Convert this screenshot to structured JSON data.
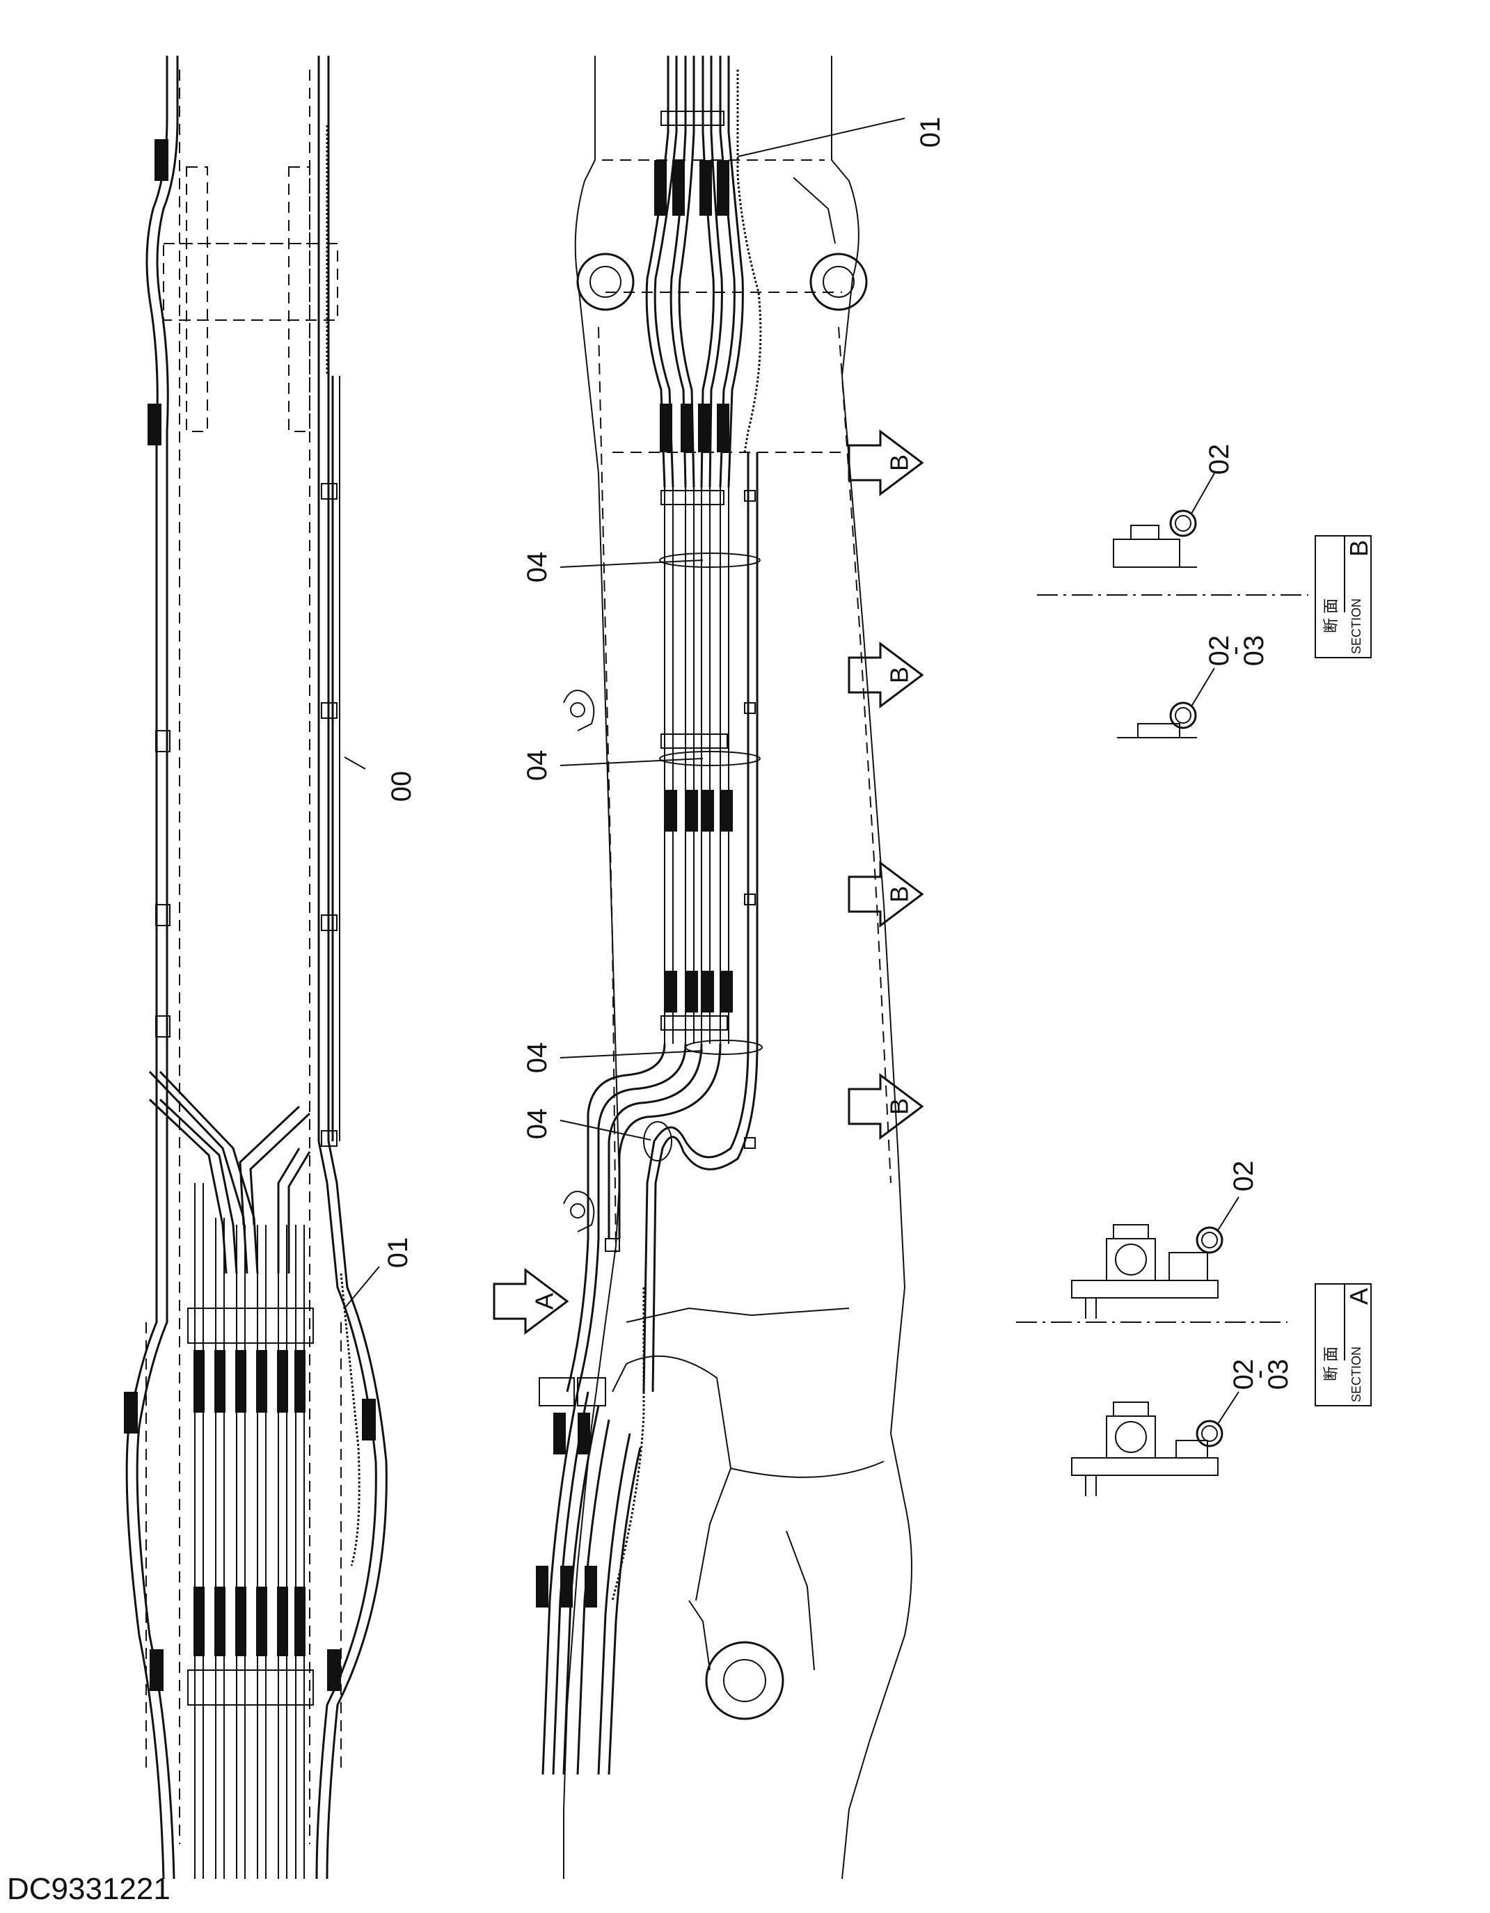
{
  "callouts": {
    "top_right_01": "01",
    "left_00": "00",
    "left_01": "01",
    "mid_04_a": "04",
    "mid_04_b": "04",
    "mid_04_c": "04",
    "mid_04_d": "04",
    "secB_02": "02",
    "secB_02_03_top": "02",
    "secB_02_03_dash": "-",
    "secB_02_03_bottom": "03",
    "secA_02": "02",
    "secA_02_03_top": "02",
    "secA_02_03_dash": "-",
    "secA_02_03_bottom": "03"
  },
  "view_markers": {
    "b1": "B",
    "b2": "B",
    "b3": "B",
    "b4": "B",
    "a1": "A"
  },
  "section_b": {
    "kanji": "断 面",
    "word": "SECTION",
    "letter": "B"
  },
  "section_a": {
    "kanji": "断 面",
    "word": "SECTION",
    "letter": "A"
  },
  "drawing_id": "DC9331221"
}
